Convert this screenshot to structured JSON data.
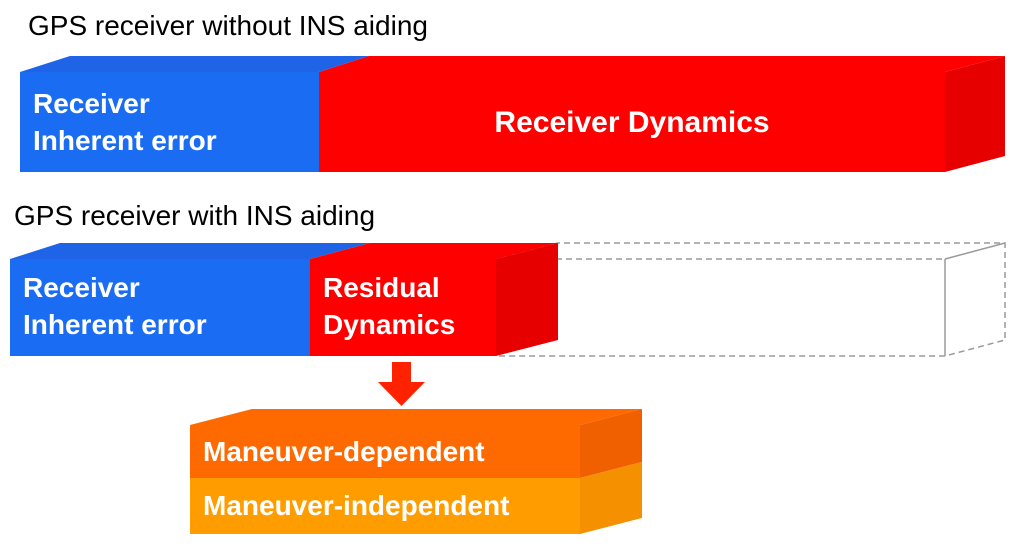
{
  "headings": {
    "without_aiding": "GPS receiver without INS aiding",
    "with_aiding": "GPS receiver with INS aiding"
  },
  "without_aiding_bar": {
    "inherent_error": [
      "Receiver",
      "Inherent error"
    ],
    "dynamics": "Receiver Dynamics"
  },
  "with_aiding_bar": {
    "inherent_error": [
      "Receiver",
      "Inherent error"
    ],
    "residual_dynamics": [
      "Residual",
      "Dynamics"
    ]
  },
  "residual_breakdown": {
    "dependent": "Maneuver-dependent",
    "independent": "Maneuver-independent"
  },
  "colors": {
    "blue": "#1a6cf2",
    "blue_top": "#1f63e6",
    "red": "#ff0000",
    "red_side": "#e60000",
    "orange_dark": "#ff6a00",
    "orange_dark_side": "#f06000",
    "orange_light": "#ff9d00",
    "orange_light_side": "#f59000",
    "dashed_outline": "#9a9a9a",
    "arrow": "#ff2200"
  }
}
